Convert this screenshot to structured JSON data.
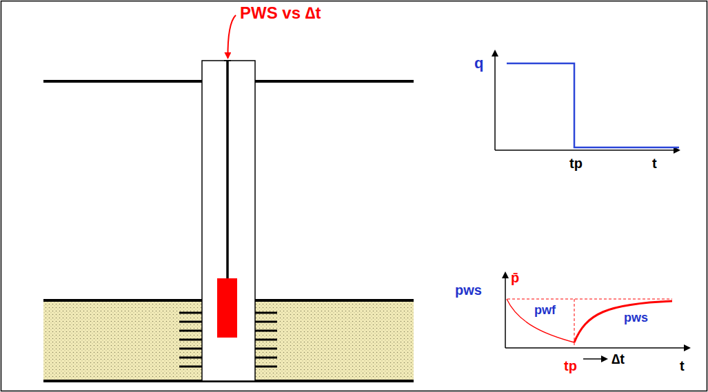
{
  "diagram": {
    "labels": [
      "PWS vs ∆t",
      "q",
      "tp",
      "t",
      "pws",
      "p̄",
      "pwf",
      "pws",
      "∆t",
      "tp",
      "t"
    ]
  }
}
